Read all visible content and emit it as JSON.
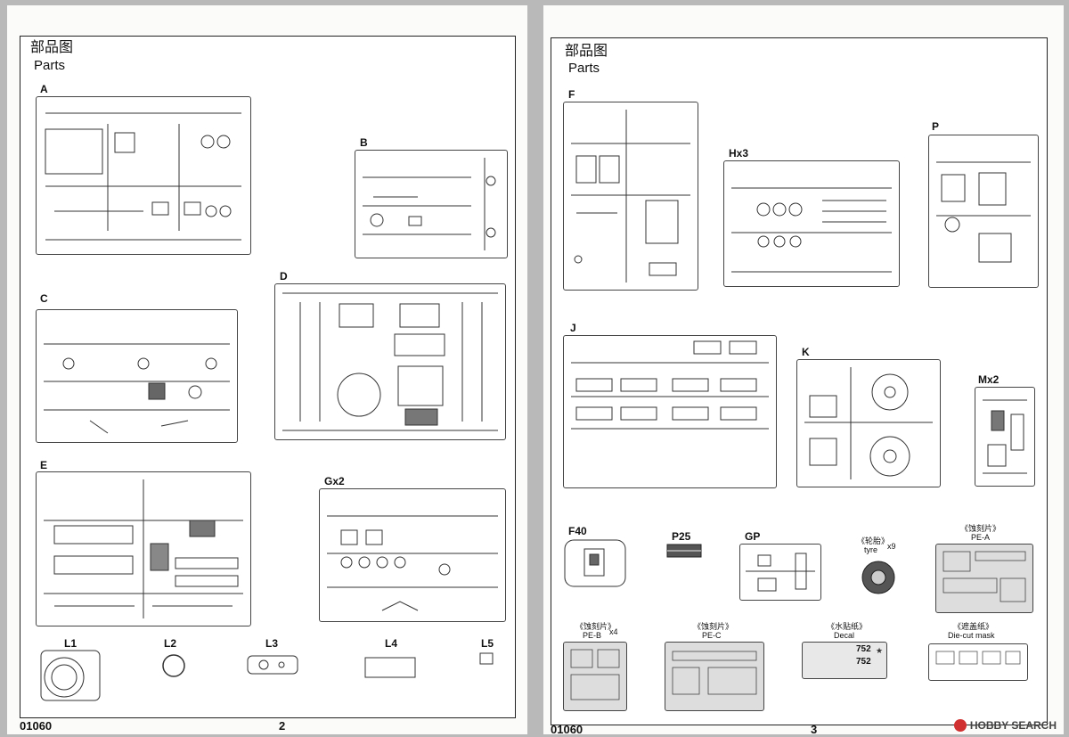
{
  "left_page": {
    "header_cn": "部品图",
    "header_en": "Parts",
    "code": "01060",
    "page_number": "2",
    "sprues": [
      "A",
      "B",
      "C",
      "D",
      "E",
      "Gx2"
    ],
    "loose_parts": [
      "L1",
      "L2",
      "L3",
      "L4",
      "L5"
    ]
  },
  "right_page": {
    "header_cn": "部品图",
    "header_en": "Parts",
    "code": "01060",
    "page_number": "3",
    "sprues": [
      "F",
      "Hx3",
      "P",
      "J",
      "K",
      "Mx2"
    ],
    "small_parts": [
      "F40",
      "P25",
      "GP"
    ],
    "tyre": {
      "cn": "《轮胎》",
      "en": "tyre",
      "count": "x9"
    },
    "pe_a": {
      "cn": "《蚀刻片》",
      "en": "PE-A"
    },
    "pe_b": {
      "cn": "《蚀刻片》",
      "en": "PE-B",
      "count": "x4"
    },
    "pe_c": {
      "cn": "《蚀刻片》",
      "en": "PE-C"
    },
    "decal": {
      "cn": "《水贴纸》",
      "en": "Decal",
      "marking_1": "752",
      "marking_2": "752"
    },
    "mask": {
      "cn": "《遮盖纸》",
      "en": "Die-cut mask"
    }
  },
  "watermark": {
    "brand": "HOBBY SEARCH"
  }
}
